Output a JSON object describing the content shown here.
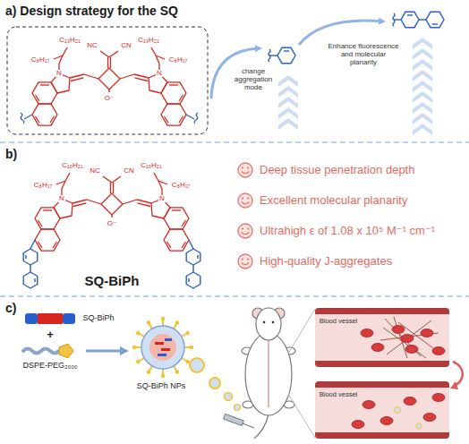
{
  "diagram": {
    "nodes": [
      {
        "text": [
          "a) Design strategy for the SQ"
        ]
      },
      {
        "text": [
          "b)"
        ]
      },
      {
        "text": [
          "c)"
        ]
      }
    ],
    "labels": [
      "C₁₀H₂₁",
      "C₈H₁₇",
      "N",
      "NC",
      "CN",
      "O⁻",
      "N",
      "C₁₀H₂₁",
      "C₈H₁₇",
      "change aggregation mode",
      "Enhance fluorescence and molecular planarity",
      "C₁₀H₂₁",
      "C₈H₁₇",
      "N",
      "NC",
      "CN",
      "O⁻",
      "N",
      "C₁₀H₂₁",
      "C₈H₁₇",
      "SQ-BiPh",
      "Deep tissue penetration depth",
      "Excellent molecular planarity",
      "Ultrahigh ε of 1.08 x 10⁵ M⁻¹ cm⁻¹",
      "High-quality J-aggregates",
      "SQ-BiPh",
      "+",
      "DSPE-PEG₂₀₀₀",
      "SQ-BiPh NPs",
      "Blood vessel",
      "Blood vessel"
    ]
  }
}
